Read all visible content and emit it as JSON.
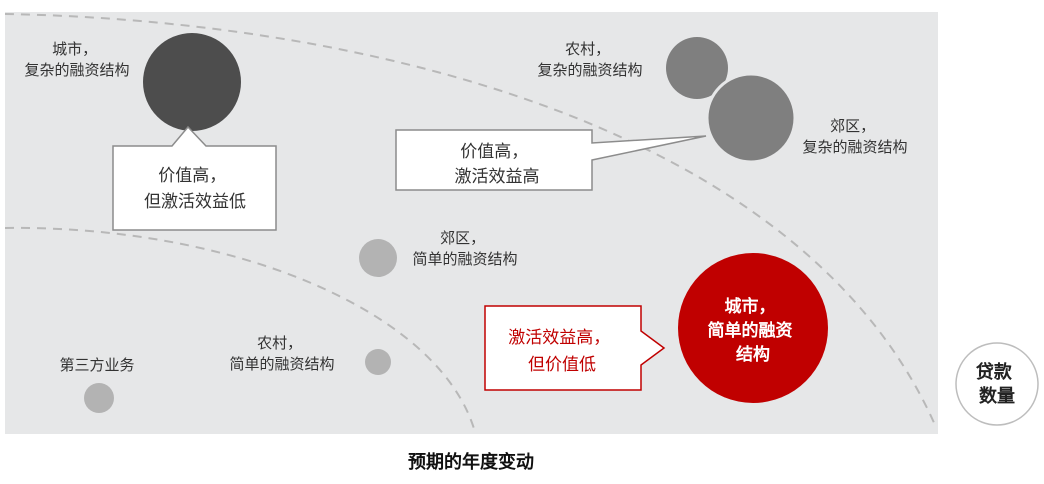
{
  "colors": {
    "panel": "#e6e7e8",
    "arc": "#b8b8b8",
    "dark_bubble": "#4d4d4d",
    "mid_bubble": "#7f7f7f",
    "light_bubble": "#b3b3b3",
    "accent_red": "#c00000",
    "callout_border": "#8c8c8c"
  },
  "bubbles": {
    "city_complex": {
      "line1": "城市，",
      "line2": "复杂的融资结构"
    },
    "rural_complex": {
      "line1": "农村，",
      "line2": "复杂的融资结构"
    },
    "suburb_complex": {
      "line1": "郊区，",
      "line2": "复杂的融资结构"
    },
    "suburb_simple": {
      "line1": "郊区，",
      "line2": "简单的融资结构"
    },
    "rural_simple": {
      "line1": "农村，",
      "line2": "简单的融资结构"
    },
    "third_party": {
      "line1": "第三方业务"
    },
    "city_simple": {
      "line1": "城市，",
      "line2": "简单的融资",
      "line3": "结构"
    }
  },
  "callouts": {
    "left": {
      "line1": "价值高，",
      "line2": "但激活效益低"
    },
    "right": {
      "line1": "价值高，",
      "line2": "激活效益高"
    },
    "red": {
      "line1": "激活效益高，",
      "line2": "但价值低"
    }
  },
  "axes": {
    "y_line1": "贷款",
    "y_line2": "数量",
    "x_label": "预期的年度变动"
  }
}
